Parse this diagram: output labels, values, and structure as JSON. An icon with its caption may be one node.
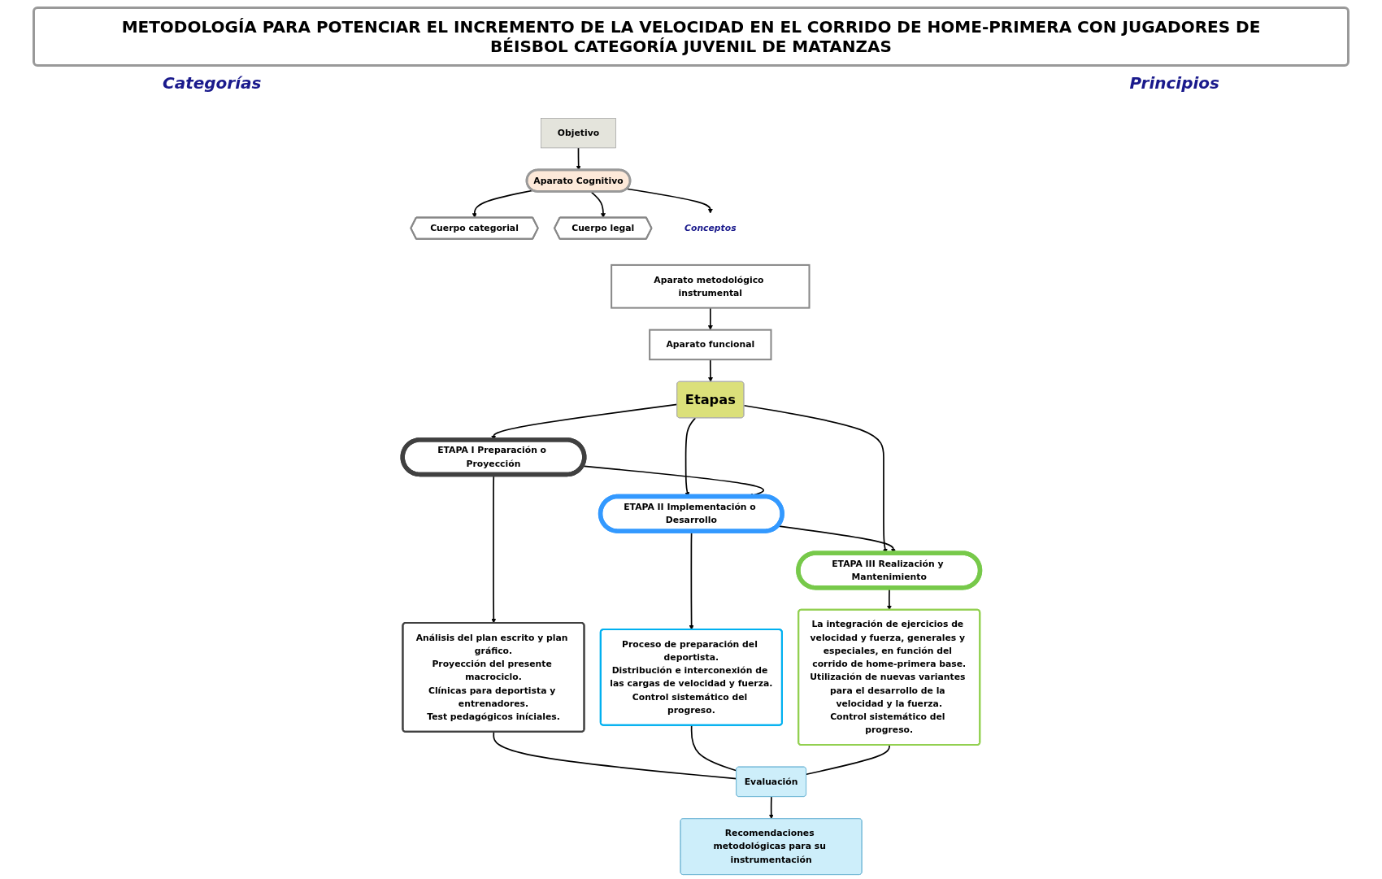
{
  "diagram": {
    "title": "METODOLOGÍA PARA POTENCIAR EL INCREMENTO DE LA VELOCIDAD EN EL CORRIDO DE HOME-PRIMERA CON JUGADORES DE BÉISBOL CATEGORÍA JUVENIL DE MATANZAS",
    "nodes": [
      {
        "text": [
          "Objetivo"
        ]
      },
      {
        "text": [
          "Aparato Cognitivo"
        ]
      },
      {
        "text": [
          "Cuerpo categorial"
        ]
      },
      {
        "text": [
          "Cuerpo legal"
        ]
      },
      {
        "text": [
          "Conceptos"
        ]
      },
      {
        "text": [
          "Aparato funcional"
        ]
      },
      {
        "text": [
          "Aparato metodológico instrumental"
        ]
      },
      {
        "text": [
          "Etapas"
        ]
      },
      {
        "text": [
          "ETAPA I Preparación o Proyección"
        ]
      },
      {
        "text": [
          "ETAPA II Implementación o Desarrollo"
        ]
      },
      {
        "text": [
          "ETAPA III Realización y Mantenimiento"
        ]
      },
      {
        "text": [
          "Análisis del plan escrito y plan gráfico.",
          "Proyección del presente macrociclo.",
          "Clínicas para deportista y entrenadores.",
          "Test pedagógicos iníciales."
        ]
      },
      {
        "text": [
          "Proceso de preparación del deportista.",
          "Distribución e interconexión de las cargas de velocidad y fuerza.",
          "Control sistemático del progreso."
        ]
      },
      {
        "text": [
          "La integración de ejercicios de velocidad y fuerza, generales y especiales, en función del corrido de home-primera base.",
          "Utilización de nuevas variantes para el desarrollo de la velocidad y la fuerza.",
          "Control sistemático del progreso."
        ]
      },
      {
        "text": [
          "Evaluación"
        ]
      },
      {
        "text": [
          "Recomendaciones metodológicas para su instrumentación"
        ]
      }
    ],
    "edges": [
      {
        "from": 0,
        "to": 1,
        "arrow": "to"
      },
      {
        "from": 1,
        "to": 2,
        "arrow": "to"
      },
      {
        "from": 1,
        "to": 3,
        "arrow": "to"
      },
      {
        "from": 1,
        "to": 4,
        "arrow": "to"
      },
      {
        "from": 6,
        "to": 5,
        "arrow": "to"
      },
      {
        "from": 5,
        "to": 7,
        "arrow": "to"
      },
      {
        "from": 7,
        "to": 8,
        "arrow": "to"
      },
      {
        "from": 7,
        "to": 9,
        "arrow": "to"
      },
      {
        "from": 7,
        "to": 10,
        "arrow": "to"
      },
      {
        "from": 8,
        "to": 9,
        "arrow": "to"
      },
      {
        "from": 9,
        "to": 10,
        "arrow": "to"
      },
      {
        "from": 8,
        "to": 11,
        "arrow": "to"
      },
      {
        "from": 9,
        "to": 12,
        "arrow": "to"
      },
      {
        "from": 10,
        "to": 13,
        "arrow": "to"
      },
      {
        "from": 11,
        "to": 14,
        "arrow": "none"
      },
      {
        "from": 12,
        "to": 14,
        "arrow": "none"
      },
      {
        "from": 13,
        "to": 14,
        "arrow": "none"
      },
      {
        "from": 14,
        "to": 15,
        "arrow": "to"
      }
    ],
    "labels": [
      "Categorías",
      "Principios"
    ]
  }
}
